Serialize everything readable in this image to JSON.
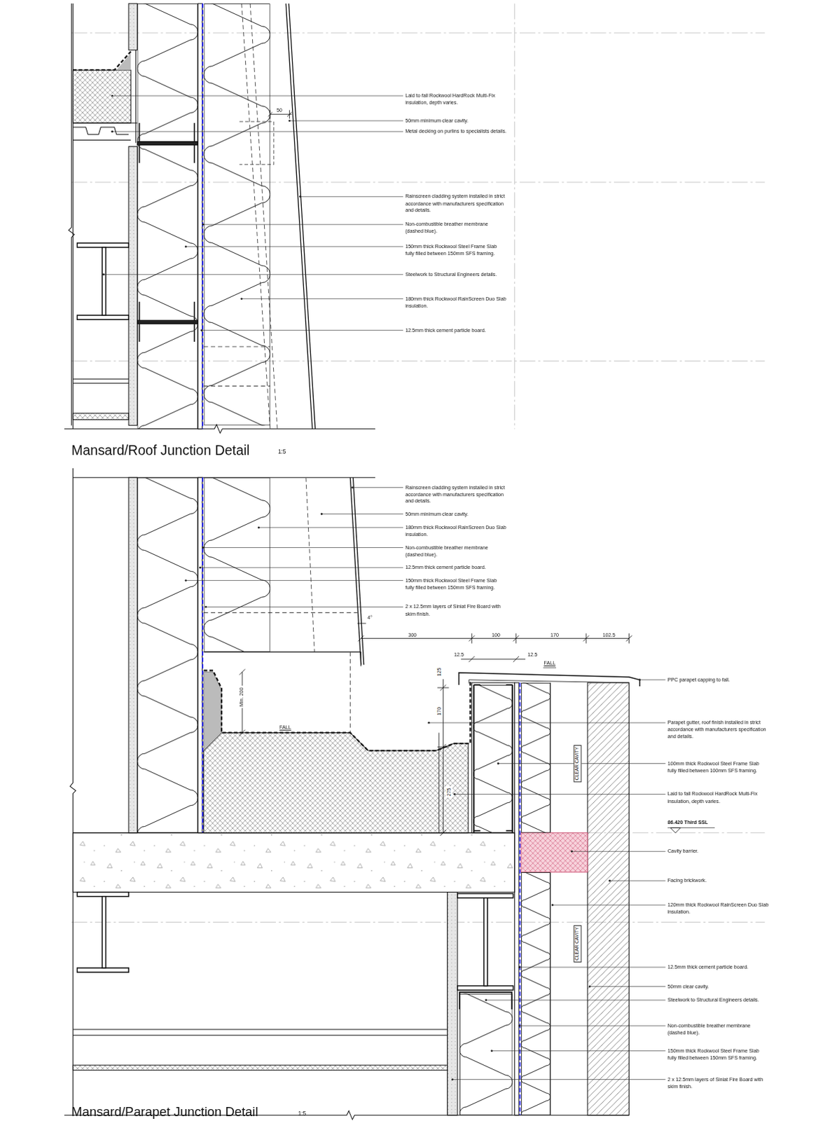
{
  "diagram": {
    "labels": [
      "Laid to fall Rockwool HardRock Multi-Fix insulation, depth varies.",
      "50",
      "50mm minimum clear cavity.",
      "Metal decking on purlins to specialists details.",
      "Rainscreen cladding system installed in strict accordance with manufacturers specification and details.",
      "Non-combustible breather membrane (dashed blue).",
      "150mm thick Rockwool Steel Frame Slab fully filled between 150mm SFS framing.",
      "Steelwork to Structural Engineers details.",
      "180mm thick Rockwool RainScreen Duo Slab insulation.",
      "12.5mm thick cement particle board.",
      "Mansard/Roof Junction Detail",
      "1:5",
      "Rainscreen cladding system installed in strict accordance with manufacturers specification and details.",
      "50mm minimum clear cavity.",
      "180mm thick Rockwool RainScreen Duo Slab insulation.",
      "Non-combustible breather membrane (dashed blue).",
      "12.5mm thick cement particle board.",
      "150mm thick Rockwool Steel Frame Slab fully filled between 150mm SFS framing.",
      "2 x 12.5mm layers of Siniat Fire Board with skim finish.",
      "4°",
      "300",
      "100",
      "170",
      "102.5",
      "12.5",
      "12.5",
      "FALL",
      "125",
      "Min. 200",
      "FALL",
      "170",
      "275",
      "PPC parapet capping to fall.",
      "Parapet gutter, roof finish installed in strict accordance with manufacturers specification and details.",
      "100mm thick Rockwool Steel Frame Slab fully filled between 100mm SFS framing.",
      "Laid to fall Rockwool HardRock Multi-Fix insulation, depth varies.",
      "86.420 Third SSL",
      "Cavity barrier.",
      "Facing brickwork.",
      "120mm thick Rockwool RainScreen Duo Slab insulation.",
      "12.5mm thick cement particle board.",
      "50mm clear cavity.",
      "Steelwork to Structural Engineers details.",
      "Non-combustible breather membrane (dashed blue).",
      "150mm thick Rockwool Steel Frame Slab fully filled between 150mm SFS framing.",
      "2 x 12.5mm layers of Siniat Fire Board with skim finish.",
      "CLEAR CAVITY",
      "CLEAR CAVITY",
      "Mansard/Parapet Junction Detail",
      "1:5"
    ]
  }
}
